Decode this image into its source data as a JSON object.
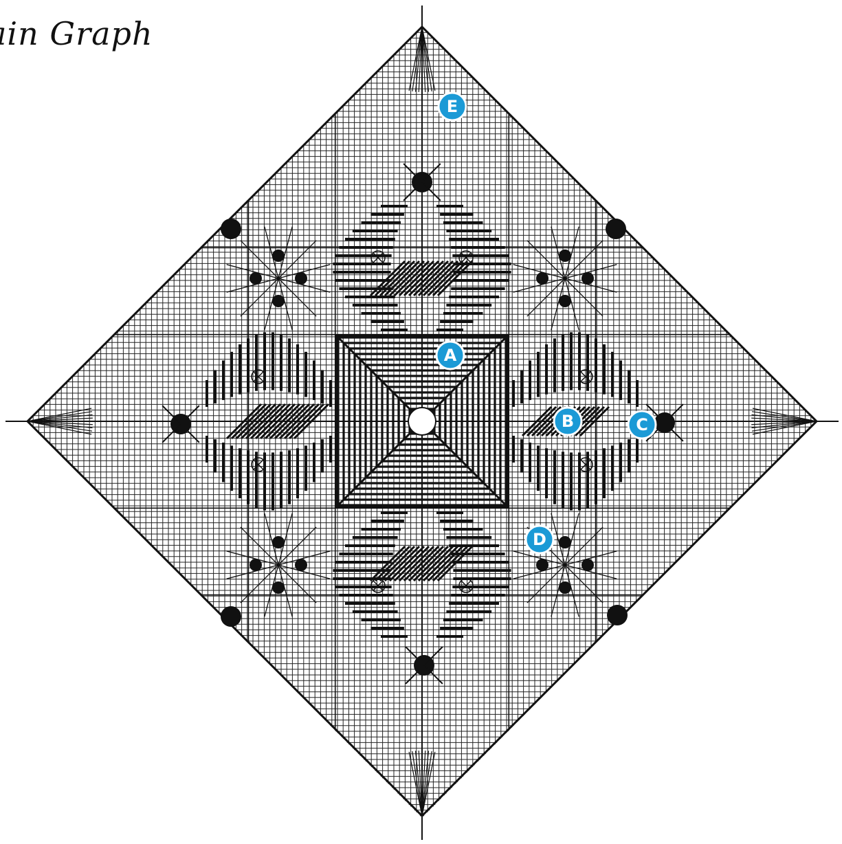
{
  "caption": "ain Graph",
  "markers": [
    {
      "id": "A",
      "label": "A"
    },
    {
      "id": "B",
      "label": "B"
    },
    {
      "id": "C",
      "label": "C"
    },
    {
      "id": "D",
      "label": "D"
    },
    {
      "id": "E",
      "label": "E"
    }
  ],
  "colors": {
    "ink": "#111111",
    "grid": "#222222",
    "marker_fill": "#1b9ad6",
    "marker_text": "#ffffff",
    "background": "#ffffff"
  }
}
